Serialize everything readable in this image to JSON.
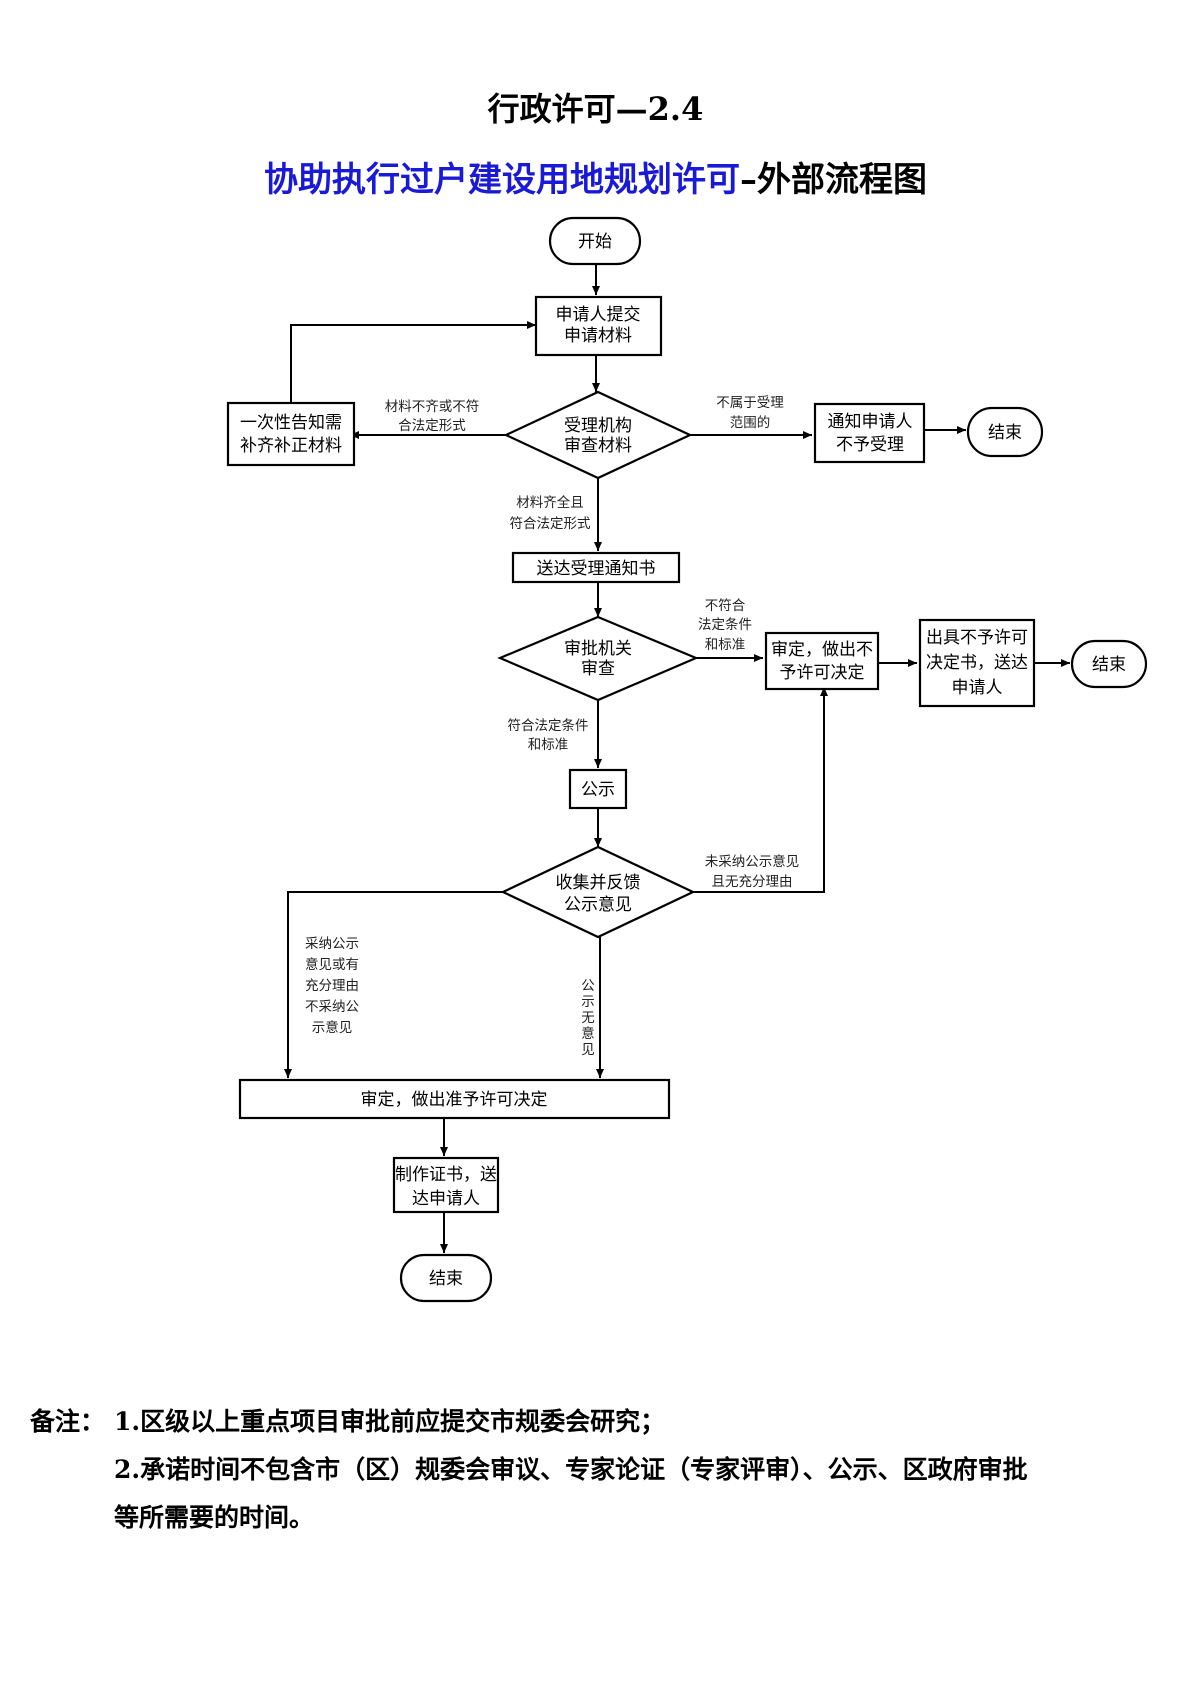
{
  "header": {
    "title": "行政许可—2.4",
    "subtitle_main": "协助执行过户建设用地规划许可",
    "subtitle_suffix": "–外部流程图"
  },
  "flow": {
    "nodes": {
      "start": "开始",
      "submit": [
        "申请人提交",
        "申请材料"
      ],
      "review": [
        "受理机构",
        "审查材料"
      ],
      "supplement": [
        "一次性告知需",
        "补齐补正材料"
      ],
      "notify_reject": [
        "通知申请人",
        "不予受理"
      ],
      "end1": "结束",
      "notice": "送达受理通知书",
      "approve_review": [
        "审批机关",
        "审查"
      ],
      "deny_decide": [
        "审定，做出不",
        "予许可决定"
      ],
      "deny_doc": [
        "出具不予许可",
        "决定书，送达",
        "申请人"
      ],
      "end2": "结束",
      "publicize": "公示",
      "collect": [
        "收集并反馈",
        "公示意见"
      ],
      "grant_decide": "审定，做出准予许可决定",
      "certificate": [
        "制作证书，送",
        "达申请人"
      ],
      "end3": "结束"
    },
    "edges": {
      "incomplete": [
        "材料不齐或不符",
        "合法定形式"
      ],
      "out_of_scope": [
        "不属于受理",
        "范围的"
      ],
      "complete": [
        "材料齐全且",
        "符合法定形式"
      ],
      "not_meet": [
        "不符合",
        "法定条件",
        "和标准"
      ],
      "meet": [
        "符合法定条件",
        "和标准"
      ],
      "not_adopted": [
        "未采纳公示意见",
        "且无充分理由"
      ],
      "adopted": [
        "采纳公示",
        "意见或有",
        "充分理由",
        "不采纳公",
        "示意见"
      ],
      "no_objection": [
        "公",
        "示",
        "无",
        "意",
        "见"
      ]
    }
  },
  "notes": {
    "label": "备注：",
    "item1": "1.区级以上重点项目审批前应提交市规委会研究；",
    "item2_line1": "2.承诺时间不包含市（区）规委会审议、专家论证（专家评审）、公示、区政府审批",
    "item2_line2": "等所需要的时间。"
  }
}
